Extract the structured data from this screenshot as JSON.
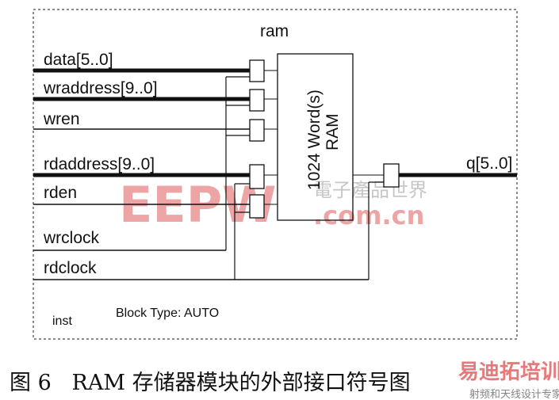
{
  "diagram": {
    "title": "ram",
    "inputs": [
      "data[5..0]",
      "wraddress[9..0]",
      "wren",
      "rdaddress[9..0]",
      "rden",
      "wrclock",
      "rdclock"
    ],
    "output": "q[5..0]",
    "ram_block": {
      "line1": "1024 Word(s)",
      "line2": "RAM"
    },
    "instance": "inst",
    "block_type": "Block Type: AUTO"
  },
  "caption": "图 6   RAM 存储器模块的外部接口符号图",
  "watermarks": {
    "logo": "EEPW",
    "logo_cn": "電子產品世界",
    "domain": ".com.cn",
    "corner_title": "易迪拓培训",
    "corner_sub": "射频和天线设计专家"
  },
  "colors": {
    "line": "#111111",
    "watermark_red": "#e05a5a",
    "watermark_blue": "#5a8fd8"
  }
}
